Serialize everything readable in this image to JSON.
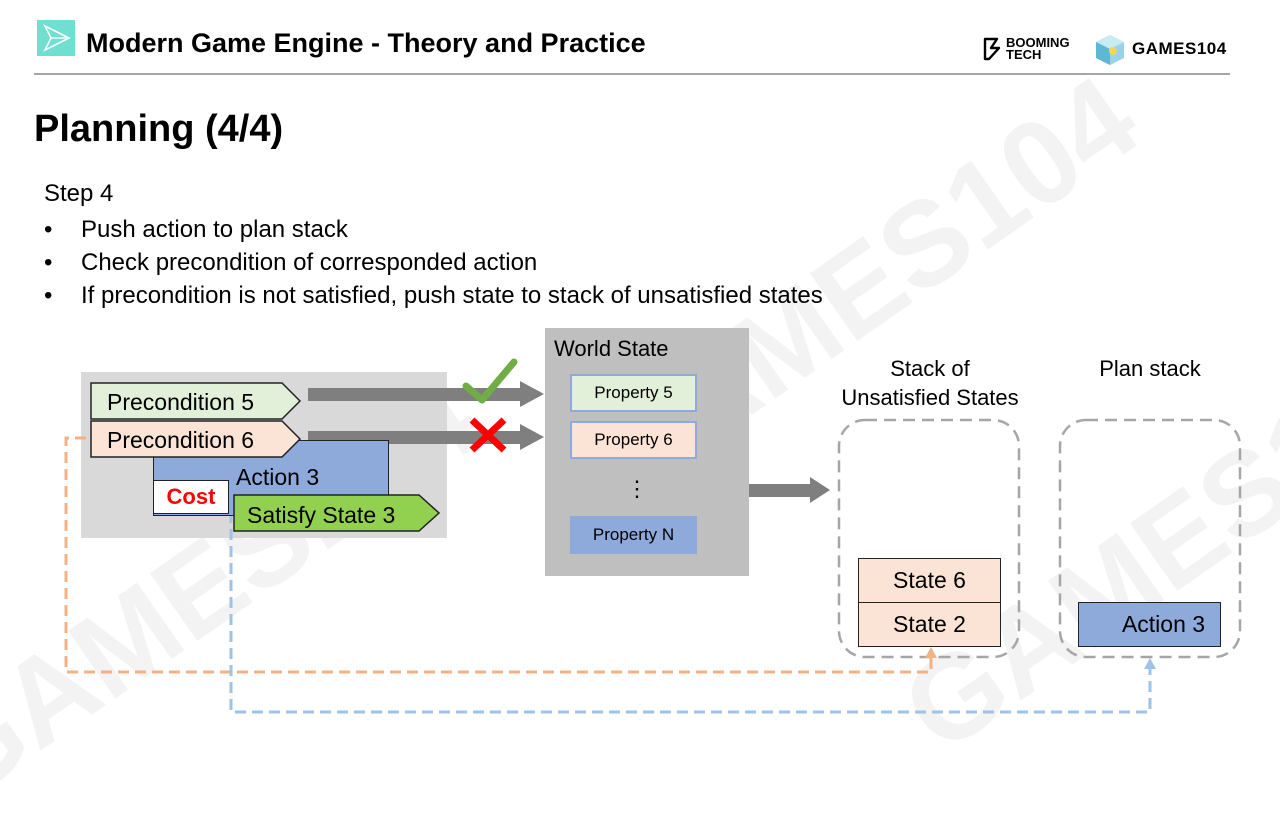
{
  "header": {
    "title": "Modern Game Engine - Theory and Practice",
    "logo_booming_line1": "BOOMING",
    "logo_booming_line2": "TECH",
    "logo_games": "GAMES104"
  },
  "slide": {
    "title": "Planning (4/4)",
    "step": "Step 4",
    "bullets": [
      "Push action to plan stack",
      "Check precondition of corresponded action",
      "If precondition is not satisfied, push state to stack of unsatisfied states"
    ]
  },
  "diagram": {
    "action": {
      "precondition_1": "Precondition 5",
      "precondition_2": "Precondition 6",
      "name": "Action 3",
      "cost": "Cost",
      "effect": "Satisfy State 3"
    },
    "check_results": {
      "precondition_1": "satisfied",
      "precondition_2": "not-satisfied"
    },
    "world_state": {
      "title": "World State",
      "properties": [
        "Property 5",
        "Property 6",
        "Property N"
      ],
      "ellipsis": "⋮"
    },
    "unsatisfied_stack": {
      "title_line1": "Stack of",
      "title_line2": "Unsatisfied States",
      "items": [
        "State 6",
        "State 2"
      ]
    },
    "plan_stack": {
      "title": "Plan stack",
      "items": [
        "Action 3"
      ]
    },
    "colors": {
      "satisfied_green": "#70ad47",
      "unsatisfied_red": "#ff0000",
      "precondition_green_fill": "#e2efd9",
      "precondition_orange_fill": "#fbe4d5",
      "action_blue": "#8eaadb",
      "effect_green": "#92d050",
      "cost_red": "#ff0000",
      "orange_dashed": "#f4b183",
      "blue_dashed": "#9dc3e6",
      "arrow_gray": "#7f7f7f",
      "world_state_gray": "#bfbfbf",
      "action_panel_gray": "#d9d9d9",
      "logo_teal": "#6fdfd0"
    }
  }
}
